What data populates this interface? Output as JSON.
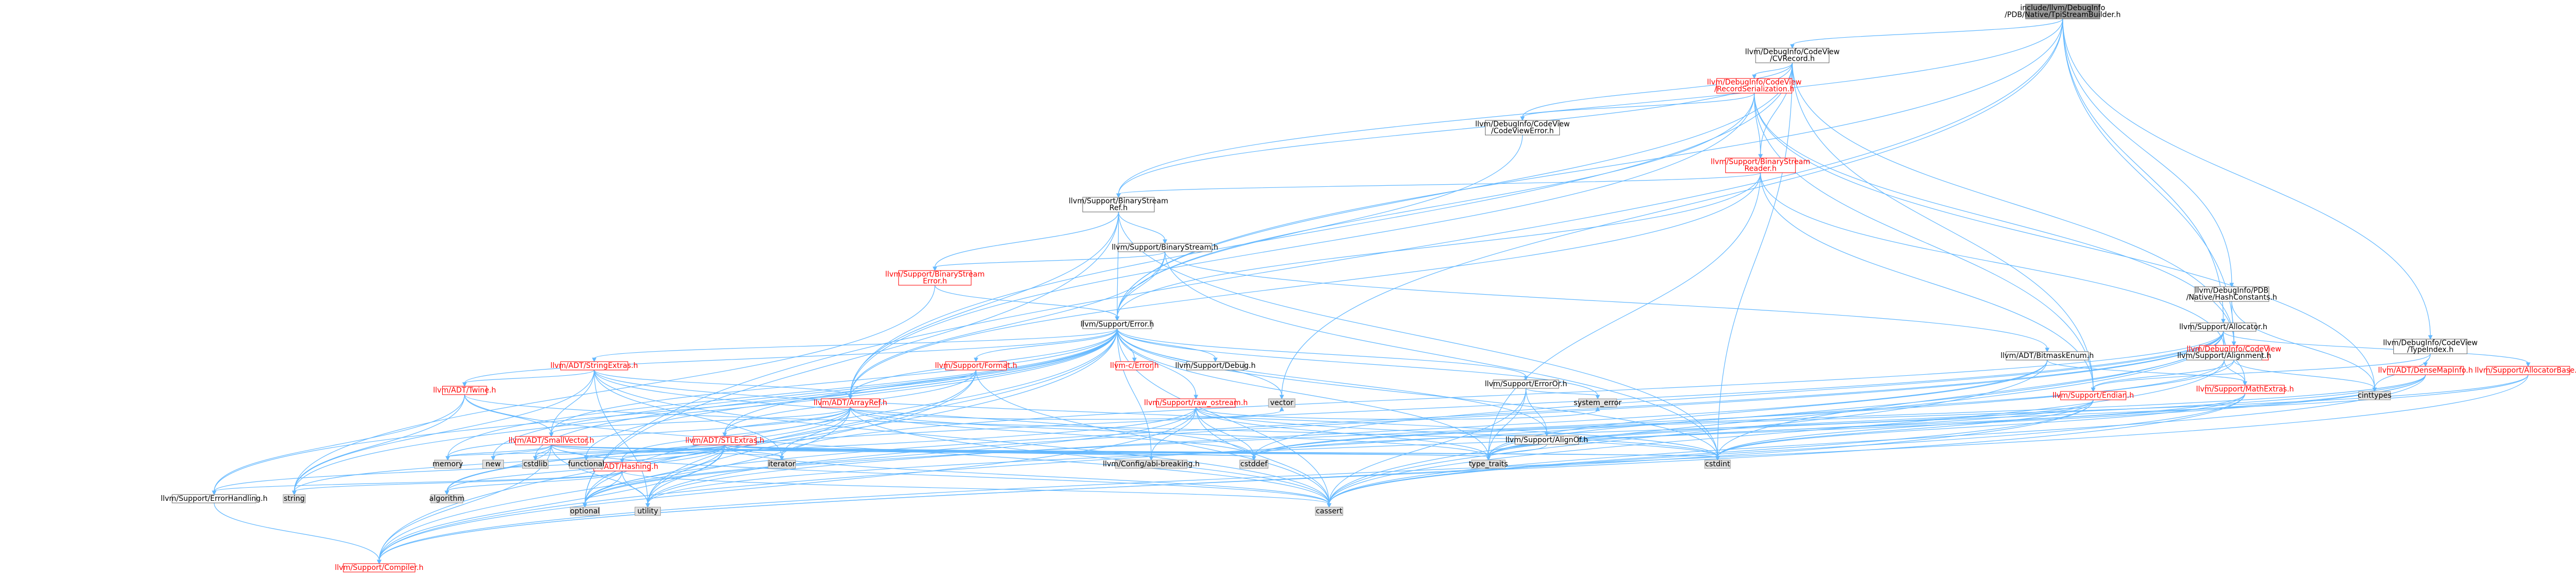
{
  "colors": {
    "root_fill": "#999999",
    "node_fill": "#ffffff",
    "node_stroke": "#666666",
    "ext_fill": "#E0E0E0",
    "ext_stroke": "#999999",
    "red_stroke": "#FF0000",
    "red_text": "#FF0000",
    "text": "#000000",
    "edge": "#63B8FF"
  },
  "nodes": [
    {
      "id": "root",
      "lines": [
        "include/llvm/DebugInfo",
        "/PDB/Native/TpiStreamBuilder.h"
      ],
      "kind": "root"
    },
    {
      "id": "cvrecord",
      "lines": [
        "llvm/DebugInfo/CodeView",
        "/CVRecord.h"
      ],
      "kind": "normal"
    },
    {
      "id": "recser",
      "lines": [
        "llvm/DebugInfo/CodeView",
        "/RecordSerialization.h"
      ],
      "kind": "red"
    },
    {
      "id": "cverror",
      "lines": [
        "llvm/DebugInfo/CodeView",
        "/CodeViewError.h"
      ],
      "kind": "normal"
    },
    {
      "id": "bsreader",
      "lines": [
        "llvm/Support/BinaryStream",
        "Reader.h"
      ],
      "kind": "red"
    },
    {
      "id": "bsref",
      "lines": [
        "llvm/Support/BinaryStream",
        "Ref.h"
      ],
      "kind": "normal"
    },
    {
      "id": "bstream",
      "lines": [
        "llvm/Support/BinaryStream.h"
      ],
      "kind": "normal"
    },
    {
      "id": "bserror",
      "lines": [
        "llvm/Support/BinaryStream",
        "Error.h"
      ],
      "kind": "red"
    },
    {
      "id": "error",
      "lines": [
        "llvm/Support/Error.h"
      ],
      "kind": "normal"
    },
    {
      "id": "hashconst",
      "lines": [
        "llvm/DebugInfo/PDB",
        "/Native/HashConstants.h"
      ],
      "kind": "normal"
    },
    {
      "id": "allocator",
      "lines": [
        "llvm/Support/Allocator.h"
      ],
      "kind": "normal"
    },
    {
      "id": "typeindex",
      "lines": [
        "llvm/DebugInfo/CodeView",
        "/TypeIndex.h"
      ],
      "kind": "normal"
    },
    {
      "id": "codeview",
      "lines": [
        "llvm/DebugInfo/CodeView",
        "/CodeView.h"
      ],
      "kind": "red"
    },
    {
      "id": "bitmask",
      "lines": [
        "llvm/ADT/BitmaskEnum.h"
      ],
      "kind": "normal"
    },
    {
      "id": "alignment",
      "lines": [
        "llvm/Support/Alignment.h"
      ],
      "kind": "normal"
    },
    {
      "id": "densemapinfo",
      "lines": [
        "llvm/ADT/DenseMapInfo.h"
      ],
      "kind": "red"
    },
    {
      "id": "allocbase",
      "lines": [
        "llvm/Support/AllocatorBase.h"
      ],
      "kind": "red"
    },
    {
      "id": "mathextras",
      "lines": [
        "llvm/Support/MathExtras.h"
      ],
      "kind": "red"
    },
    {
      "id": "endian",
      "lines": [
        "llvm/Support/Endian.h"
      ],
      "kind": "red"
    },
    {
      "id": "stringextras",
      "lines": [
        "llvm/ADT/StringExtras.h"
      ],
      "kind": "red"
    },
    {
      "id": "format",
      "lines": [
        "llvm/Support/Format.h"
      ],
      "kind": "red"
    },
    {
      "id": "cerror",
      "lines": [
        "llvm-c/Error.h"
      ],
      "kind": "red"
    },
    {
      "id": "debug",
      "lines": [
        "llvm/Support/Debug.h"
      ],
      "kind": "normal"
    },
    {
      "id": "erroror",
      "lines": [
        "llvm/Support/ErrorOr.h"
      ],
      "kind": "normal"
    },
    {
      "id": "arrayref",
      "lines": [
        "llvm/ADT/ArrayRef.h"
      ],
      "kind": "red"
    },
    {
      "id": "rawostream",
      "lines": [
        "llvm/Support/raw_ostream.h"
      ],
      "kind": "red"
    },
    {
      "id": "twine",
      "lines": [
        "llvm/ADT/Twine.h"
      ],
      "kind": "red"
    },
    {
      "id": "smallvector",
      "lines": [
        "llvm/ADT/SmallVector.h"
      ],
      "kind": "red"
    },
    {
      "id": "stlextras",
      "lines": [
        "llvm/ADT/STLExtras.h"
      ],
      "kind": "red"
    },
    {
      "id": "hashing",
      "lines": [
        "llvm/ADT/Hashing.h"
      ],
      "kind": "red"
    },
    {
      "id": "alignof",
      "lines": [
        "llvm/Support/AlignOf.h"
      ],
      "kind": "normal"
    },
    {
      "id": "errorhandling",
      "lines": [
        "llvm/Support/ErrorHandling.h"
      ],
      "kind": "normal"
    },
    {
      "id": "compiler",
      "lines": [
        "llvm/Support/Compiler.h"
      ],
      "kind": "red"
    },
    {
      "id": "configabi",
      "lines": [
        "llvm/Config/abi-breaking.h"
      ],
      "kind": "ext"
    },
    {
      "id": "vector",
      "lines": [
        "vector"
      ],
      "kind": "ext"
    },
    {
      "id": "syserror",
      "lines": [
        "system_error"
      ],
      "kind": "ext"
    },
    {
      "id": "cinttypes",
      "lines": [
        "cinttypes"
      ],
      "kind": "ext"
    },
    {
      "id": "memory",
      "lines": [
        "memory"
      ],
      "kind": "ext"
    },
    {
      "id": "new",
      "lines": [
        "new"
      ],
      "kind": "ext"
    },
    {
      "id": "cstdlib",
      "lines": [
        "cstdlib"
      ],
      "kind": "ext"
    },
    {
      "id": "functional",
      "lines": [
        "functional"
      ],
      "kind": "ext"
    },
    {
      "id": "iterator",
      "lines": [
        "iterator"
      ],
      "kind": "ext"
    },
    {
      "id": "string",
      "lines": [
        "string"
      ],
      "kind": "ext"
    },
    {
      "id": "algorithm",
      "lines": [
        "algorithm"
      ],
      "kind": "ext"
    },
    {
      "id": "optional",
      "lines": [
        "optional"
      ],
      "kind": "ext"
    },
    {
      "id": "utility",
      "lines": [
        "utility"
      ],
      "kind": "ext"
    },
    {
      "id": "cstddef",
      "lines": [
        "cstddef"
      ],
      "kind": "ext"
    },
    {
      "id": "typetraits",
      "lines": [
        "type_traits"
      ],
      "kind": "ext"
    },
    {
      "id": "cstdint",
      "lines": [
        "cstdint"
      ],
      "kind": "ext"
    },
    {
      "id": "cassert",
      "lines": [
        "cassert"
      ],
      "kind": "ext"
    }
  ],
  "edges": [
    [
      "root",
      "cvrecord"
    ],
    [
      "root",
      "bsref"
    ],
    [
      "root",
      "error"
    ],
    [
      "root",
      "hashconst"
    ],
    [
      "root",
      "allocator"
    ],
    [
      "root",
      "typeindex"
    ],
    [
      "root",
      "codeview"
    ],
    [
      "root",
      "optional"
    ],
    [
      "root",
      "vector"
    ],
    [
      "cvrecord",
      "recser"
    ],
    [
      "cvrecord",
      "cverror"
    ],
    [
      "cvrecord",
      "bsreader"
    ],
    [
      "cvrecord",
      "bsref"
    ],
    [
      "cvrecord",
      "error"
    ],
    [
      "cvrecord",
      "codeview"
    ],
    [
      "cvrecord",
      "endian"
    ],
    [
      "cvrecord",
      "cstdint"
    ],
    [
      "cvrecord",
      "arrayref"
    ],
    [
      "recser",
      "cverror"
    ],
    [
      "recser",
      "bsreader"
    ],
    [
      "recser",
      "codeview"
    ],
    [
      "recser",
      "endian"
    ],
    [
      "recser",
      "error"
    ],
    [
      "recser",
      "arrayref"
    ],
    [
      "recser",
      "cinttypes"
    ],
    [
      "cverror",
      "error"
    ],
    [
      "bsreader",
      "bsref"
    ],
    [
      "bsreader",
      "endian"
    ],
    [
      "bsreader",
      "error"
    ],
    [
      "bsreader",
      "alignment"
    ],
    [
      "bsreader",
      "arrayref"
    ],
    [
      "bsreader",
      "typetraits"
    ],
    [
      "bsref",
      "bstream"
    ],
    [
      "bsref",
      "bserror"
    ],
    [
      "bsref",
      "error"
    ],
    [
      "bsref",
      "arrayref"
    ],
    [
      "bsref",
      "cstdint"
    ],
    [
      "bsref",
      "optional"
    ],
    [
      "bstream",
      "bserror"
    ],
    [
      "bstream",
      "error"
    ],
    [
      "bstream",
      "arrayref"
    ],
    [
      "bstream",
      "bitmask"
    ],
    [
      "bstream",
      "cstdint"
    ],
    [
      "bserror",
      "error"
    ],
    [
      "bserror",
      "string"
    ],
    [
      "error",
      "stringextras"
    ],
    [
      "error",
      "format"
    ],
    [
      "error",
      "cerror"
    ],
    [
      "error",
      "debug"
    ],
    [
      "error",
      "erroror"
    ],
    [
      "error",
      "arrayref"
    ],
    [
      "error",
      "rawostream"
    ],
    [
      "error",
      "twine"
    ],
    [
      "error",
      "smallvector"
    ],
    [
      "error",
      "stlextras"
    ],
    [
      "error",
      "alignof"
    ],
    [
      "error",
      "errorhandling"
    ],
    [
      "error",
      "compiler"
    ],
    [
      "error",
      "configabi"
    ],
    [
      "error",
      "syserror"
    ],
    [
      "error",
      "memory"
    ],
    [
      "error",
      "new"
    ],
    [
      "error",
      "cstdlib"
    ],
    [
      "error",
      "functional"
    ],
    [
      "error",
      "string"
    ],
    [
      "error",
      "utility"
    ],
    [
      "error",
      "cassert"
    ],
    [
      "error",
      "typetraits"
    ],
    [
      "error",
      "cstdint"
    ],
    [
      "error",
      "vector"
    ],
    [
      "error",
      "optional"
    ],
    [
      "hashconst",
      "codeview"
    ],
    [
      "hashconst",
      "cinttypes"
    ],
    [
      "allocator",
      "allocbase"
    ],
    [
      "allocator",
      "alignment"
    ],
    [
      "allocator",
      "mathextras"
    ],
    [
      "allocator",
      "compiler"
    ],
    [
      "allocator",
      "cstddef"
    ],
    [
      "allocator",
      "cstdint"
    ],
    [
      "allocator",
      "cassert"
    ],
    [
      "allocator",
      "utility"
    ],
    [
      "allocator",
      "optional"
    ],
    [
      "allocator",
      "algorithm"
    ],
    [
      "allocator",
      "iterator"
    ],
    [
      "typeindex",
      "densemapinfo"
    ],
    [
      "typeindex",
      "endian"
    ],
    [
      "typeindex",
      "cinttypes"
    ],
    [
      "codeview",
      "cinttypes"
    ],
    [
      "codeview",
      "typetraits"
    ],
    [
      "codeview",
      "endian"
    ],
    [
      "bitmask",
      "mathextras"
    ],
    [
      "bitmask",
      "cassert"
    ],
    [
      "bitmask",
      "typetraits"
    ],
    [
      "bitmask",
      "utility"
    ],
    [
      "alignment",
      "mathextras"
    ],
    [
      "alignment",
      "cassert"
    ],
    [
      "alignment",
      "optional"
    ],
    [
      "densemapinfo",
      "cassert"
    ],
    [
      "densemapinfo",
      "cstddef"
    ],
    [
      "densemapinfo",
      "cstdint"
    ],
    [
      "densemapinfo",
      "utility"
    ],
    [
      "densemapinfo",
      "typetraits"
    ],
    [
      "allocbase",
      "compiler"
    ],
    [
      "allocbase",
      "cstddef"
    ],
    [
      "allocbase",
      "typetraits"
    ],
    [
      "mathextras",
      "compiler"
    ],
    [
      "mathextras",
      "cassert"
    ],
    [
      "mathextras",
      "typetraits"
    ],
    [
      "mathextras",
      "cstdint"
    ],
    [
      "endian",
      "compiler"
    ],
    [
      "endian",
      "cassert"
    ],
    [
      "endian",
      "cstddef"
    ],
    [
      "endian",
      "cstdint"
    ],
    [
      "endian",
      "typetraits"
    ],
    [
      "stringextras",
      "arrayref"
    ],
    [
      "stringextras",
      "smallvector"
    ],
    [
      "stringextras",
      "twine"
    ],
    [
      "stringextras",
      "string"
    ],
    [
      "stringextras",
      "iterator"
    ],
    [
      "stringextras",
      "cstddef"
    ],
    [
      "stringextras",
      "cstdint"
    ],
    [
      "stringextras",
      "utility"
    ],
    [
      "stringextras",
      "cassert"
    ],
    [
      "format",
      "arrayref"
    ],
    [
      "format",
      "stlextras"
    ],
    [
      "format",
      "utility"
    ],
    [
      "format",
      "optional"
    ],
    [
      "format",
      "cassert"
    ],
    [
      "erroror",
      "alignof"
    ],
    [
      "erroror",
      "syserror"
    ],
    [
      "erroror",
      "typetraits"
    ],
    [
      "erroror",
      "cassert"
    ],
    [
      "arrayref",
      "smallvector"
    ],
    [
      "arrayref",
      "stlextras"
    ],
    [
      "arrayref",
      "hashing"
    ],
    [
      "arrayref",
      "compiler"
    ],
    [
      "arrayref",
      "vector"
    ],
    [
      "arrayref",
      "memory"
    ],
    [
      "arrayref",
      "iterator"
    ],
    [
      "arrayref",
      "cstddef"
    ],
    [
      "arrayref",
      "cassert"
    ],
    [
      "arrayref",
      "algorithm"
    ],
    [
      "arrayref",
      "typetraits"
    ],
    [
      "rawostream",
      "compiler"
    ],
    [
      "rawostream",
      "cassert"
    ],
    [
      "rawostream",
      "cstddef"
    ],
    [
      "rawostream",
      "cstdint"
    ],
    [
      "rawostream",
      "string"
    ],
    [
      "rawostream",
      "syserror"
    ],
    [
      "rawostream",
      "typetraits"
    ],
    [
      "rawostream",
      "optional"
    ],
    [
      "rawostream",
      "configabi"
    ],
    [
      "twine",
      "smallvector"
    ],
    [
      "twine",
      "errorhandling"
    ],
    [
      "twine",
      "string"
    ],
    [
      "twine",
      "cassert"
    ],
    [
      "twine",
      "cstdint"
    ],
    [
      "smallvector",
      "compiler"
    ],
    [
      "smallvector",
      "cassert"
    ],
    [
      "smallvector",
      "cstddef"
    ],
    [
      "smallvector",
      "cstdlib"
    ],
    [
      "smallvector",
      "functional"
    ],
    [
      "smallvector",
      "iterator"
    ],
    [
      "smallvector",
      "memory"
    ],
    [
      "smallvector",
      "new"
    ],
    [
      "smallvector",
      "typetraits"
    ],
    [
      "smallvector",
      "utility"
    ],
    [
      "smallvector",
      "algorithm"
    ],
    [
      "smallvector",
      "cstdint"
    ],
    [
      "stlextras",
      "hashing"
    ],
    [
      "stlextras",
      "configabi"
    ],
    [
      "stlextras",
      "compiler"
    ],
    [
      "stlextras",
      "algorithm"
    ],
    [
      "stlextras",
      "cassert"
    ],
    [
      "stlextras",
      "cstddef"
    ],
    [
      "stlextras",
      "cstdint"
    ],
    [
      "stlextras",
      "cstdlib"
    ],
    [
      "stlextras",
      "functional"
    ],
    [
      "stlextras",
      "iterator"
    ],
    [
      "stlextras",
      "memory"
    ],
    [
      "stlextras",
      "optional"
    ],
    [
      "stlextras",
      "typetraits"
    ],
    [
      "stlextras",
      "utility"
    ],
    [
      "stlextras",
      "errorhandling"
    ],
    [
      "hashing",
      "errorhandling"
    ],
    [
      "hashing",
      "algorithm"
    ],
    [
      "hashing",
      "cassert"
    ],
    [
      "hashing",
      "cstring"
    ],
    [
      "hashing",
      "string"
    ],
    [
      "hashing",
      "optional"
    ],
    [
      "hashing",
      "utility"
    ],
    [
      "alignof",
      "typetraits"
    ],
    [
      "errorhandling",
      "compiler"
    ]
  ]
}
